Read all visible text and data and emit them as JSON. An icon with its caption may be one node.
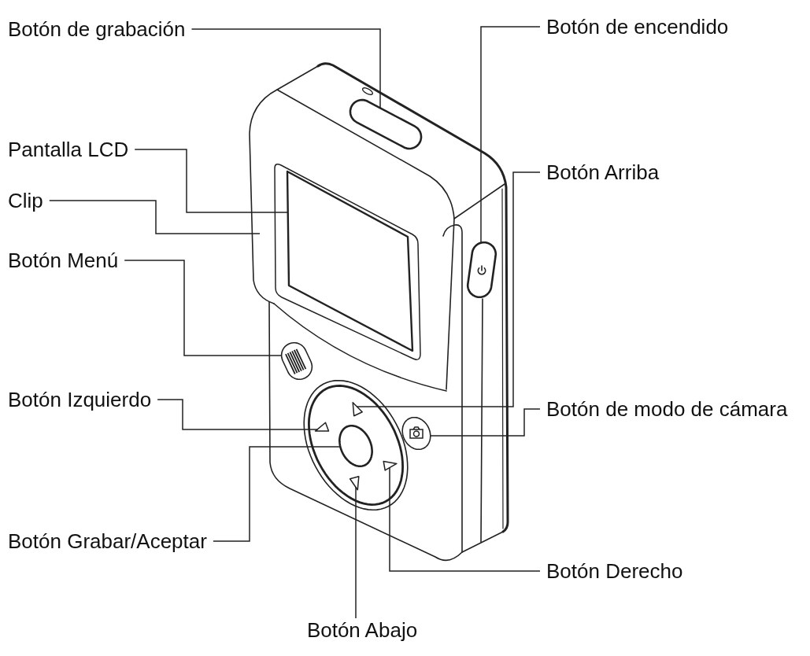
{
  "diagram": {
    "nodes": [
      {
        "text": [
          "Botón de grabación"
        ]
      },
      {
        "text": [
          "Botón de encendido"
        ]
      },
      {
        "text": [
          "Pantalla LCD"
        ]
      },
      {
        "text": [
          "Botón Arriba"
        ]
      },
      {
        "text": [
          "Clip"
        ]
      },
      {
        "text": [
          "Botón Menú"
        ]
      },
      {
        "text": [
          "Botón Izquierdo"
        ]
      },
      {
        "text": [
          "Botón de modo de cámara"
        ]
      },
      {
        "text": [
          "Botón Grabar/Aceptar"
        ]
      },
      {
        "text": [
          "Botón Derecho"
        ]
      },
      {
        "text": [
          "Botón Abajo"
        ]
      },
      {
        "text": [],
        "shape": "oval"
      },
      {
        "text": [],
        "shape": "box"
      },
      {
        "text": [],
        "shape": "oval"
      },
      {
        "text": [],
        "shape": "oval"
      },
      {
        "text": [],
        "shape": "triangle"
      },
      {
        "text": [],
        "shape": "triangle"
      },
      {
        "text": [],
        "shape": "circle"
      },
      {
        "text": [],
        "shape": "circle"
      },
      {
        "text": [],
        "shape": "triangle"
      },
      {
        "text": [],
        "shape": "triangle"
      }
    ],
    "edges": [
      {
        "from": 0,
        "to": 11,
        "arrow": "none"
      },
      {
        "from": 1,
        "to": 13,
        "arrow": "none"
      },
      {
        "from": 2,
        "to": 12,
        "arrow": "none"
      },
      {
        "from": 3,
        "to": 15,
        "arrow": "none"
      },
      {
        "from": 4,
        "to": null,
        "arrow": "none"
      },
      {
        "from": 5,
        "to": 14,
        "arrow": "none"
      },
      {
        "from": 6,
        "to": 16,
        "arrow": "none"
      },
      {
        "from": 7,
        "to": 18,
        "arrow": "none"
      },
      {
        "from": 8,
        "to": 17,
        "arrow": "none"
      },
      {
        "from": 9,
        "to": 19,
        "arrow": "none"
      },
      {
        "from": 10,
        "to": 20,
        "arrow": "none"
      }
    ]
  }
}
